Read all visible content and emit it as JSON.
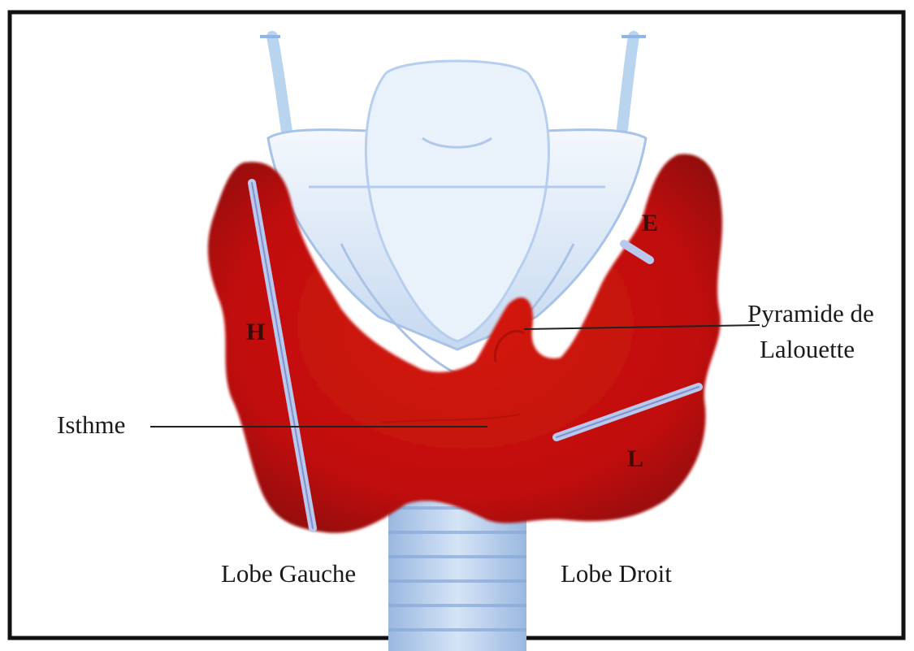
{
  "labels": {
    "isthmus": "Isthme",
    "pyramid_line1": "Pyramide de",
    "pyramid_line2": "Lalouette",
    "left_lobe": "Lobe Gauche",
    "right_lobe": "Lobe Droit",
    "dim_height": "H",
    "dim_thickness": "E",
    "dim_width": "L"
  },
  "colors": {
    "thyroid": "#c4100c",
    "thyroid_dark": "#8e0806",
    "cartilage": "#cfe0f3",
    "trachea": "#a9c6e8",
    "measure_bar": "#b9c8ec",
    "frame": "#111111",
    "leader_line": "#222222"
  }
}
